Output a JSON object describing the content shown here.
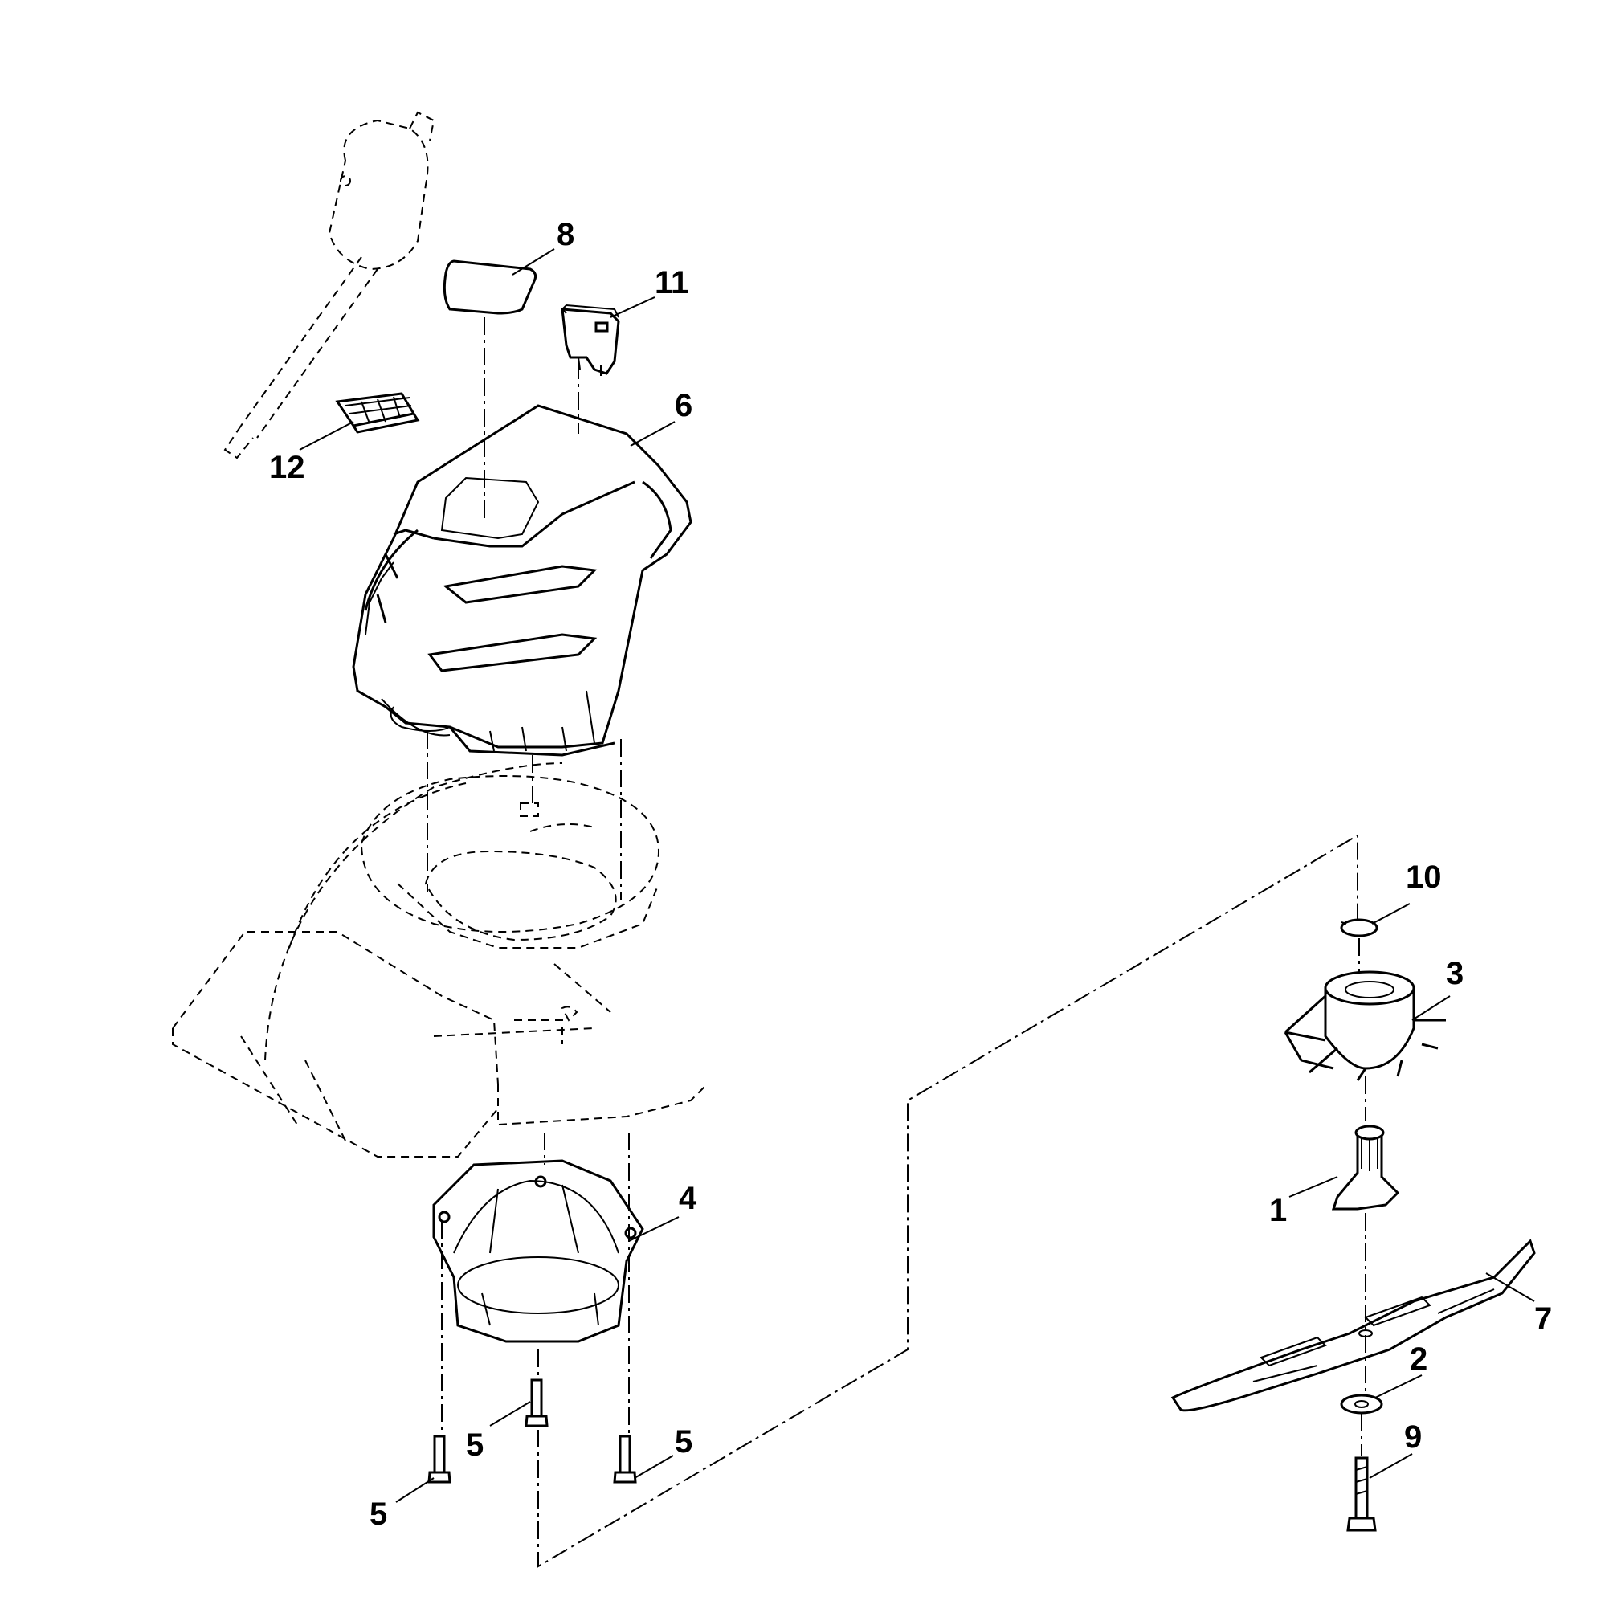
{
  "callouts": [
    {
      "id": "c8",
      "label": "8"
    },
    {
      "id": "c11",
      "label": "11"
    },
    {
      "id": "c12",
      "label": "12"
    },
    {
      "id": "c6",
      "label": "6"
    },
    {
      "id": "c10",
      "label": "10"
    },
    {
      "id": "c3",
      "label": "3"
    },
    {
      "id": "c4",
      "label": "4"
    },
    {
      "id": "c1",
      "label": "1"
    },
    {
      "id": "c7",
      "label": "7"
    },
    {
      "id": "c2",
      "label": "2"
    },
    {
      "id": "c9",
      "label": "9"
    },
    {
      "id": "c5a",
      "label": "5"
    },
    {
      "id": "c5b",
      "label": "5"
    },
    {
      "id": "c5c",
      "label": "5"
    }
  ]
}
